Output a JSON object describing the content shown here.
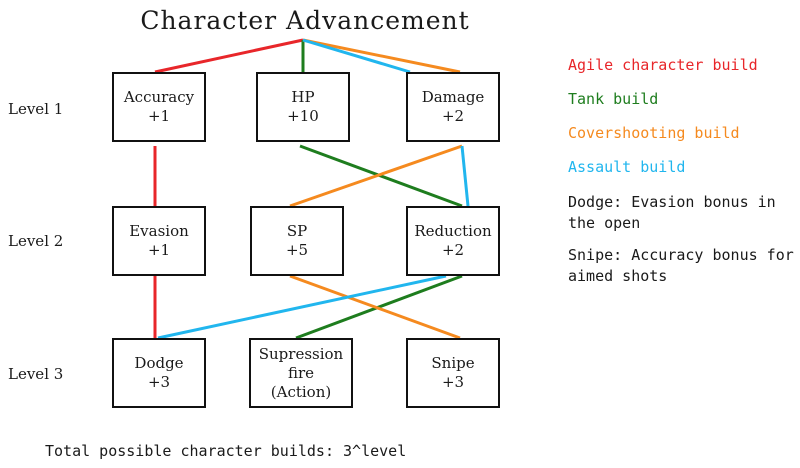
{
  "title": "Character Advancement",
  "levels": [
    "Level 1",
    "Level 2",
    "Level 3"
  ],
  "nodes": {
    "accuracy": [
      "Accuracy",
      "+1"
    ],
    "hp": [
      "HP",
      "+10"
    ],
    "damage": [
      "Damage",
      "+2"
    ],
    "evasion": [
      "Evasion",
      "+1"
    ],
    "sp": [
      "SP",
      "+5"
    ],
    "reduction": [
      "Reduction",
      "+2"
    ],
    "dodge": [
      "Dodge",
      "+3"
    ],
    "supression": [
      "Supression",
      "fire",
      "(Action)"
    ],
    "snipe": [
      "Snipe",
      "+3"
    ]
  },
  "legend": [
    {
      "label": "Agile character build",
      "color": "#e8262a"
    },
    {
      "label": "Tank build",
      "color": "#1e7d1e"
    },
    {
      "label": "Covershooting build",
      "color": "#f58a1f"
    },
    {
      "label": "Assault build",
      "color": "#21b6ee"
    }
  ],
  "notes": [
    "Dodge: Evasion bonus in the open",
    "Snipe: Accuracy bonus for aimed shots"
  ],
  "footer": "Total possible character builds: 3^level"
}
